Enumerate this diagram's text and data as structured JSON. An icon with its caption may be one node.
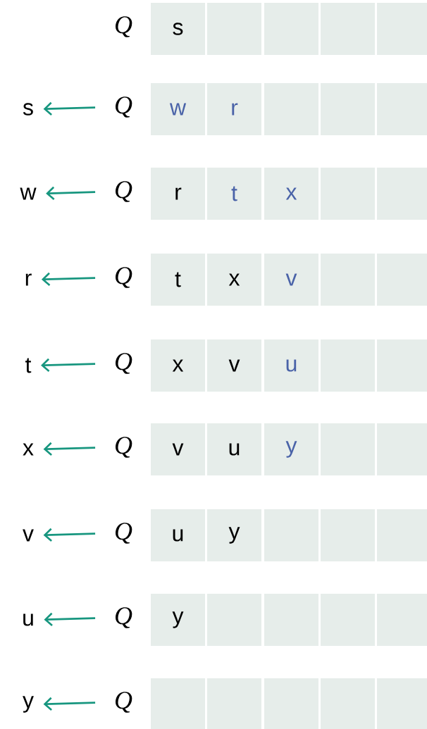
{
  "diagram": {
    "nodes": [
      {
        "text": [
          "Q"
        ]
      },
      {
        "text": [
          "s"
        ]
      },
      {
        "text": [],
        "shape": "box"
      },
      {
        "text": [],
        "shape": "box"
      },
      {
        "text": [],
        "shape": "box"
      },
      {
        "text": [],
        "shape": "box"
      },
      {
        "text": [
          "s"
        ]
      },
      {
        "text": [
          "Q"
        ]
      },
      {
        "text": [
          "w"
        ]
      },
      {
        "text": [
          "r"
        ]
      },
      {
        "text": [],
        "shape": "box"
      },
      {
        "text": [],
        "shape": "box"
      },
      {
        "text": [],
        "shape": "box"
      },
      {
        "text": [
          "w"
        ]
      },
      {
        "text": [
          "Q"
        ]
      },
      {
        "text": [
          "r"
        ]
      },
      {
        "text": [
          "t"
        ]
      },
      {
        "text": [
          "x"
        ]
      },
      {
        "text": [],
        "shape": "box"
      },
      {
        "text": [],
        "shape": "box"
      },
      {
        "text": [
          "r"
        ]
      },
      {
        "text": [
          "Q"
        ]
      },
      {
        "text": [
          "t"
        ]
      },
      {
        "text": [
          "x"
        ]
      },
      {
        "text": [
          "v"
        ]
      },
      {
        "text": [],
        "shape": "box"
      },
      {
        "text": [],
        "shape": "box"
      },
      {
        "text": [
          "t"
        ]
      },
      {
        "text": [
          "Q"
        ]
      },
      {
        "text": [
          "x"
        ]
      },
      {
        "text": [
          "v"
        ]
      },
      {
        "text": [
          "u"
        ]
      },
      {
        "text": [],
        "shape": "box"
      },
      {
        "text": [],
        "shape": "box"
      },
      {
        "text": [
          "x"
        ]
      },
      {
        "text": [
          "Q"
        ]
      },
      {
        "text": [
          "v"
        ]
      },
      {
        "text": [
          "u"
        ]
      },
      {
        "text": [
          "y"
        ]
      },
      {
        "text": [],
        "shape": "box"
      },
      {
        "text": [],
        "shape": "box"
      },
      {
        "text": [
          "v"
        ]
      },
      {
        "text": [
          "Q"
        ]
      },
      {
        "text": [
          "u"
        ]
      },
      {
        "text": [
          "y"
        ]
      },
      {
        "text": [],
        "shape": "box"
      },
      {
        "text": [],
        "shape": "box"
      },
      {
        "text": [],
        "shape": "box"
      },
      {
        "text": [
          "u"
        ]
      },
      {
        "text": [
          "Q"
        ]
      },
      {
        "text": [
          "y"
        ]
      },
      {
        "text": [],
        "shape": "box"
      },
      {
        "text": [],
        "shape": "box"
      },
      {
        "text": [],
        "shape": "box"
      },
      {
        "text": [],
        "shape": "box"
      },
      {
        "text": [
          "y"
        ]
      },
      {
        "text": [
          "Q"
        ]
      },
      {
        "text": [],
        "shape": "box"
      },
      {
        "text": [],
        "shape": "box"
      },
      {
        "text": [],
        "shape": "box"
      },
      {
        "text": [],
        "shape": "box"
      },
      {
        "text": [],
        "shape": "box"
      }
    ],
    "edges": [
      {
        "from": 7,
        "to": 6,
        "arrow": "to"
      },
      {
        "from": 14,
        "to": 13,
        "arrow": "to"
      },
      {
        "from": 21,
        "to": 20,
        "arrow": "to"
      },
      {
        "from": 28,
        "to": 27,
        "arrow": "to"
      },
      {
        "from": 35,
        "to": 34,
        "arrow": "to"
      },
      {
        "from": 42,
        "to": 41,
        "arrow": "to"
      },
      {
        "from": 49,
        "to": 48,
        "arrow": "to"
      },
      {
        "from": 56,
        "to": 55,
        "arrow": "to"
      }
    ]
  }
}
